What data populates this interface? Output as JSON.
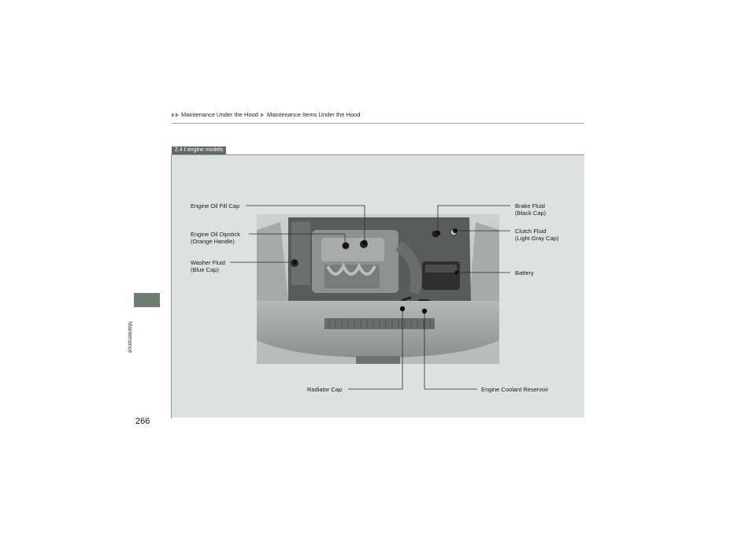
{
  "breadcrumb": {
    "items": [
      "Maintenance Under the Hood",
      "Maintenance Items Under the Hood"
    ]
  },
  "side_tab": {
    "label": "Maintenance"
  },
  "page_number": "266",
  "figure": {
    "model_tag": "2.4 ℓ engine models",
    "callouts": {
      "engine_oil_fill_cap": "Engine Oil Fill Cap",
      "engine_oil_dipstick": [
        "Engine Oil Dipstick",
        "(Orange Handle)"
      ],
      "washer_fluid": [
        "Washer Fluid",
        "(Blue Cap)"
      ],
      "brake_fluid": [
        "Brake Fluid",
        "(Black Cap)"
      ],
      "clutch_fluid": [
        "Clutch Fluid",
        "(Light Gray Cap)"
      ],
      "battery": "Battery",
      "radiator_cap": "Radiator Cap",
      "engine_coolant_reservoir": "Engine Coolant Reservoir"
    }
  },
  "colors": {
    "panel_bg": "#dde1e0",
    "tag_bg": "#5e6b66",
    "side_tab_bg": "#6f7c74",
    "breadcrumb_arrow": "#7a8c9c"
  }
}
